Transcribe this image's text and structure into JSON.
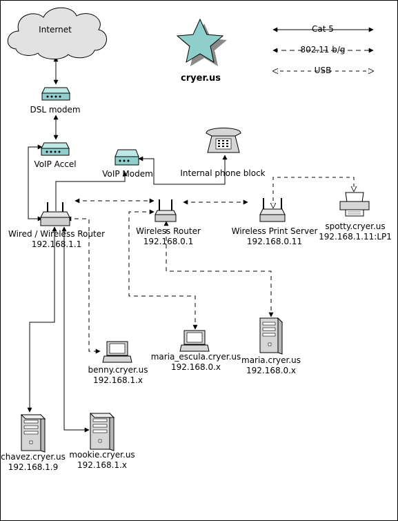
{
  "brand": "cryer.us",
  "legend": {
    "cat5": "Cat 5",
    "wifi": "802.11 b/g",
    "usb": "USB"
  },
  "nodes": {
    "internet": "Internet",
    "dsl_modem": "DSL modem",
    "voip_accel": "VoIP Accel",
    "voip_modem": "VoIP Modem",
    "phone_block": "Internal phone block",
    "wired_router": {
      "name": "Wired /  Wireless Router",
      "ip": "192.168.1.1"
    },
    "wireless_router": {
      "name": "Wireless Router",
      "ip": "192.168.0.1"
    },
    "print_server": {
      "name": "Wireless Print Server",
      "ip": "192.168.0.11"
    },
    "spotty": {
      "name": "spotty.cryer.us",
      "ip": "192.168.1.11:LP1"
    },
    "benny": {
      "name": "benny.cryer.us",
      "ip": "192.168.1.x"
    },
    "maria_escula": {
      "name": "maria_escula.cryer.us",
      "ip": "192.168.0.x"
    },
    "maria": {
      "name": "maria.cryer.us",
      "ip": "192.168.0.x"
    },
    "chavez": {
      "name": "chavez.cryer.us",
      "ip": "192.168.1.9"
    },
    "mookie": {
      "name": "mookie.cryer.us",
      "ip": "192.168.1.x"
    }
  },
  "colors": {
    "star": "#8ecfcc",
    "device_teal": "#8ecfcc",
    "device_gray": "#d6d6d6",
    "cloud": "#e2e2e2"
  }
}
